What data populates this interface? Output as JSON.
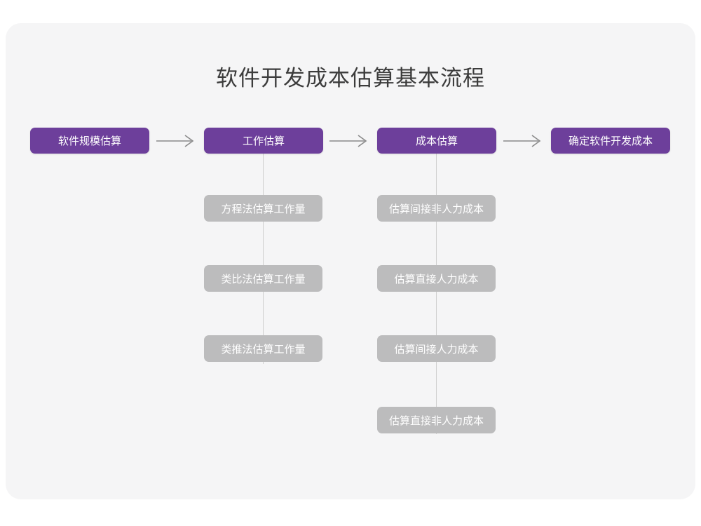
{
  "diagram": {
    "title": "软件开发成本估算基本流程",
    "colors": {
      "page_background": "#ffffff",
      "card_background": "#f5f5f6",
      "primary_node": "#6d3f9b",
      "secondary_node": "#bcbcbd",
      "connector": "#cfcfcf",
      "arrow": "#8a8a8a",
      "title_text": "#3c3c3c",
      "node_text": "#ffffff"
    },
    "main_flow": [
      {
        "id": "p0",
        "label": "软件规模估算"
      },
      {
        "id": "p1",
        "label": "工作估算"
      },
      {
        "id": "p2",
        "label": "成本估算"
      },
      {
        "id": "p3",
        "label": "确定软件开发成本"
      }
    ],
    "arrows": [
      {
        "id": "arrow-0",
        "from": "软件规模估算",
        "to": "工作估算",
        "glyph": "→"
      },
      {
        "id": "arrow-1",
        "from": "工作估算",
        "to": "成本估算",
        "glyph": "→"
      },
      {
        "id": "arrow-2",
        "from": "成本估算",
        "to": "确定软件开发成本",
        "glyph": "→"
      }
    ],
    "branches": [
      {
        "parent": "工作估算",
        "items": [
          {
            "id": "a0",
            "label": "方程法估算工作量"
          },
          {
            "id": "a1",
            "label": "类比法估算工作量"
          },
          {
            "id": "a2",
            "label": "类推法估算工作量"
          }
        ]
      },
      {
        "parent": "成本估算",
        "items": [
          {
            "id": "b0",
            "label": "估算间接非人力成本"
          },
          {
            "id": "b1",
            "label": "估算直接人力成本"
          },
          {
            "id": "b2",
            "label": "估算间接人力成本"
          },
          {
            "id": "b3",
            "label": "估算直接非人力成本"
          }
        ]
      }
    ]
  }
}
